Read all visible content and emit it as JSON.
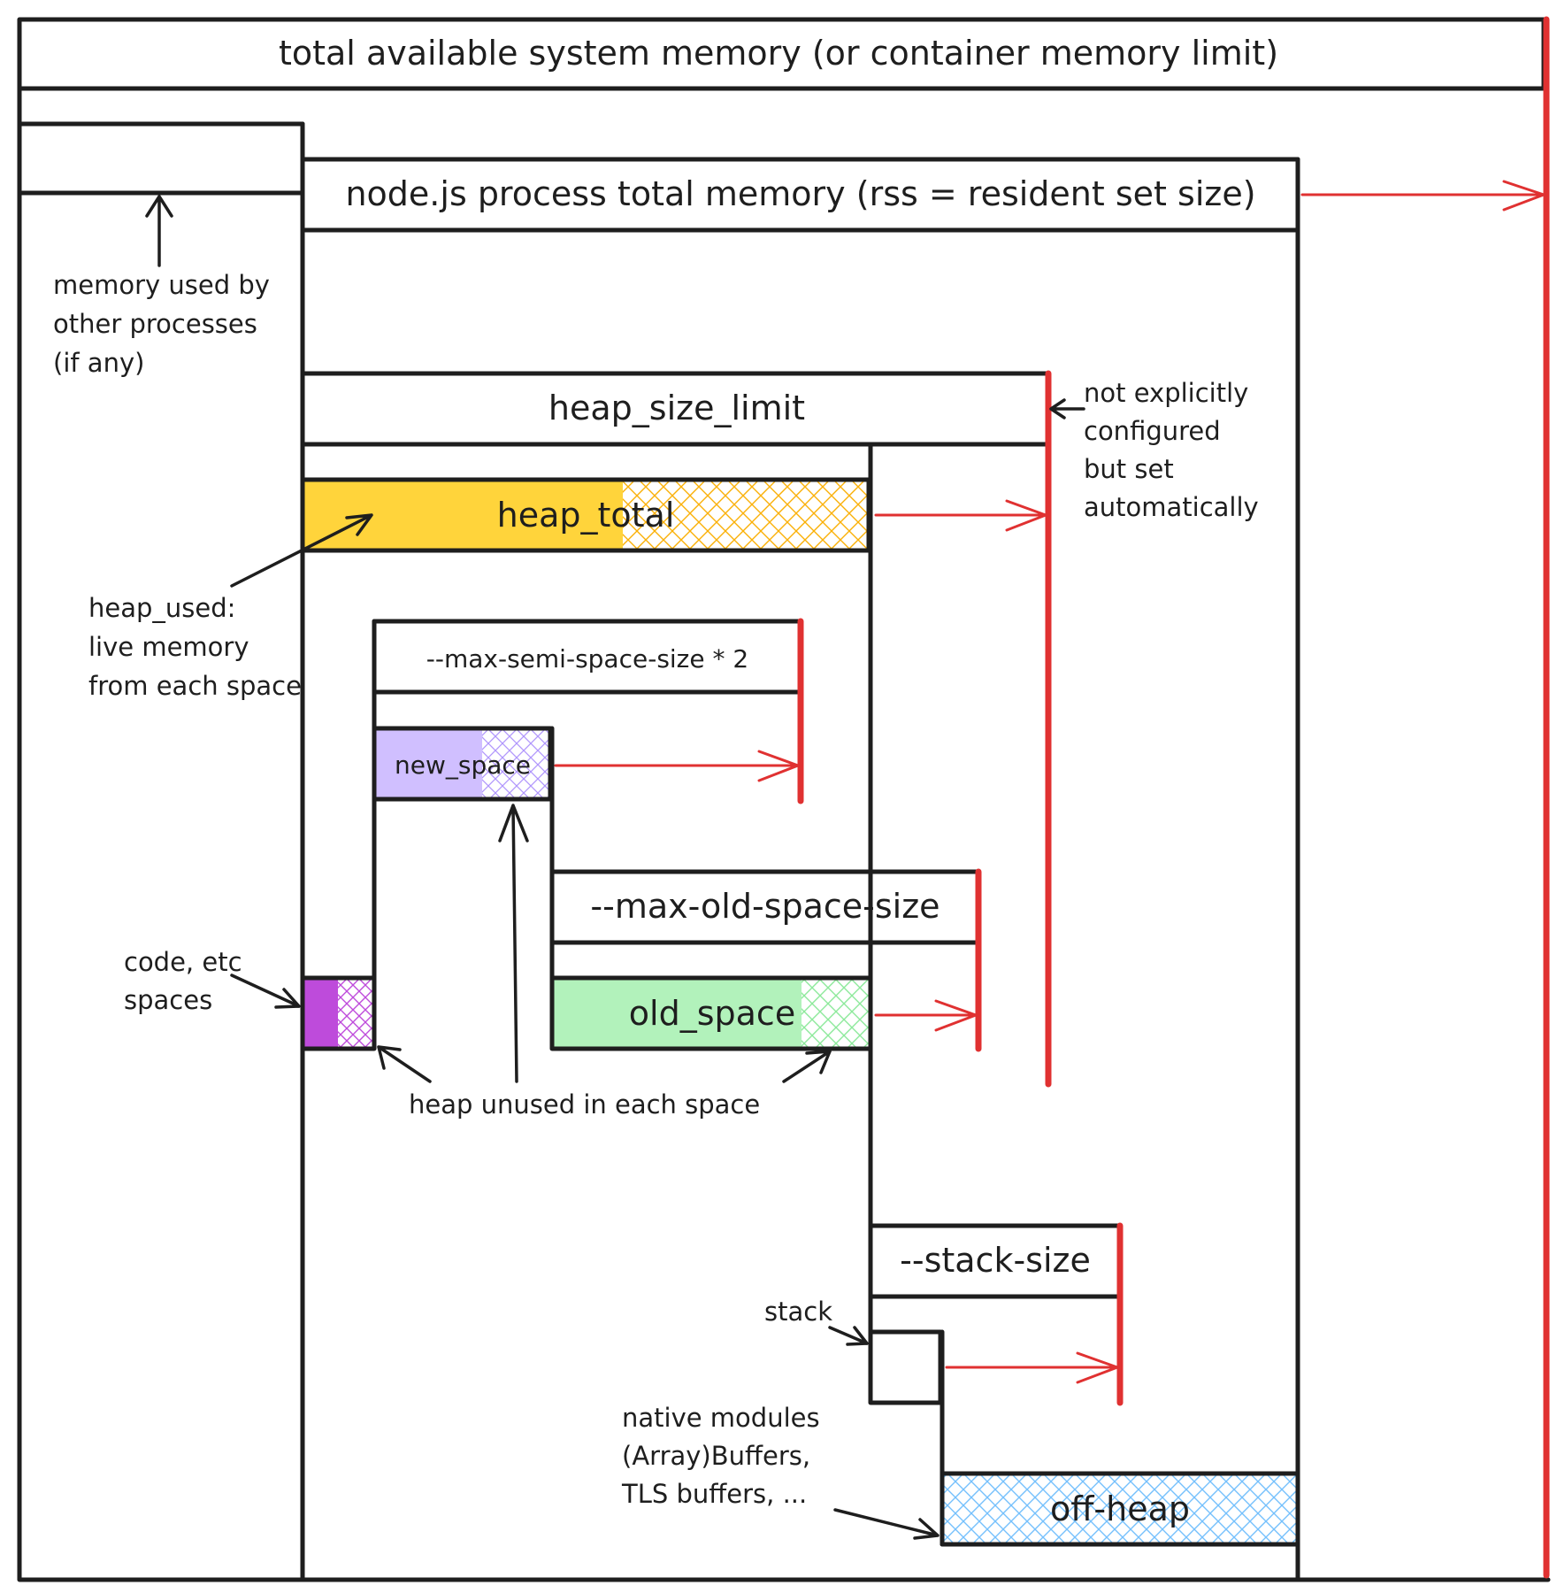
{
  "labels": {
    "total_memory": "total available system memory (or container memory limit)",
    "rss": "node.js process total memory (rss = resident set size)",
    "heap_size_limit": "heap_size_limit",
    "heap_total": "heap_total",
    "max_semi_space": "--max-semi-space-size * 2",
    "new_space": "new_space",
    "max_old_space": "--max-old-space-size",
    "old_space": "old_space",
    "stack_size": "--stack-size",
    "off_heap": "off-heap"
  },
  "notes": {
    "other_processes": [
      "memory used by",
      "other processes",
      "(if any)"
    ],
    "heap_limit_auto": [
      "not explicitly",
      "configured",
      "but set",
      "automatically"
    ],
    "heap_used": [
      "heap_used:",
      "live memory",
      "from each space"
    ],
    "code_spaces": [
      "code, etc",
      "spaces"
    ],
    "heap_unused": "heap unused in each space",
    "stack": "stack",
    "native": [
      "native modules",
      "(Array)Buffers,",
      "TLS buffers, ..."
    ]
  },
  "colors": {
    "limit_fill": "#ffc9c9",
    "rss_fill": "#a5d8ff",
    "other_fill": "#e9ecef",
    "heap_total_fill": "#ffd43b",
    "new_space_fill": "#d0bfff",
    "old_space_fill": "#b2f2bb",
    "code_fill": "#be4bdb",
    "stack_fill": "#15aabf",
    "off_heap_hatch": "#74c0fc",
    "limit_line": "#e03131",
    "outline": "#1e1e1e"
  }
}
